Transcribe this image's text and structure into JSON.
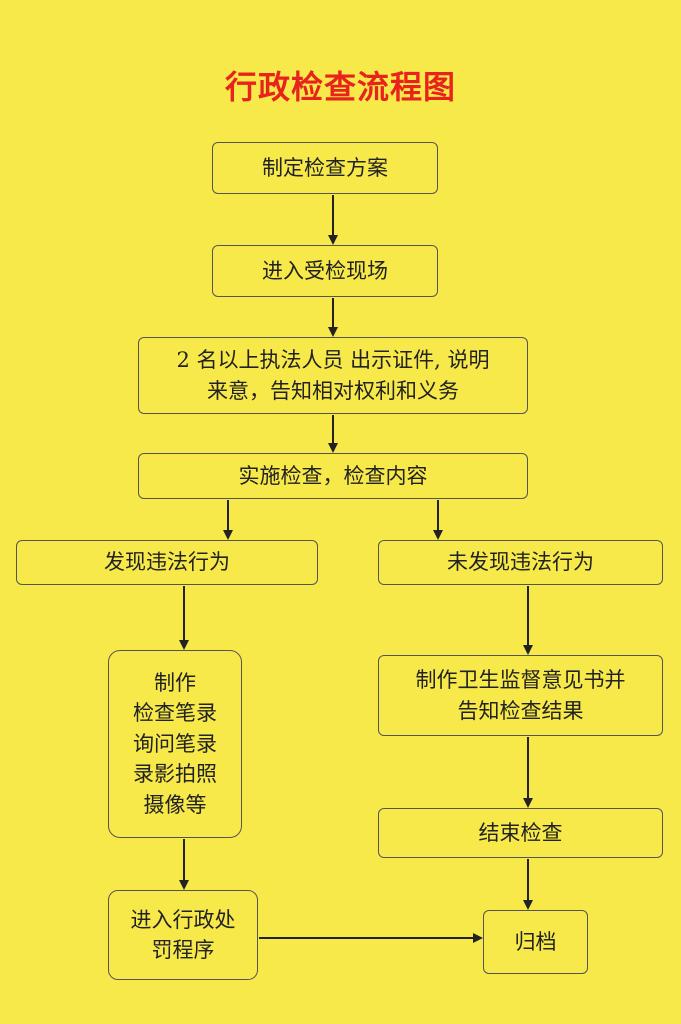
{
  "title": "行政检查流程图",
  "nodes": {
    "make_plan": "制定检查方案",
    "enter_site": "进入受检现场",
    "show_id": "2 名以上执法人员 出示证件, 说明\n来意，告知相对权利和义务",
    "implement": "实施检查，检查内容",
    "found_violation": "发现违法行为",
    "no_violation": "未发现违法行为",
    "make_records": "制作\n检查笔录\n询问笔录\n录影拍照\n摄像等",
    "make_opinion": "制作卫生监督意见书并\n告知检查结果",
    "penalty": "进入行政处\n罚程序",
    "end_check": "结束检查",
    "archive": "归档"
  },
  "colors": {
    "background": "#f8e94a",
    "title": "#e8231e",
    "border": "#555555"
  }
}
